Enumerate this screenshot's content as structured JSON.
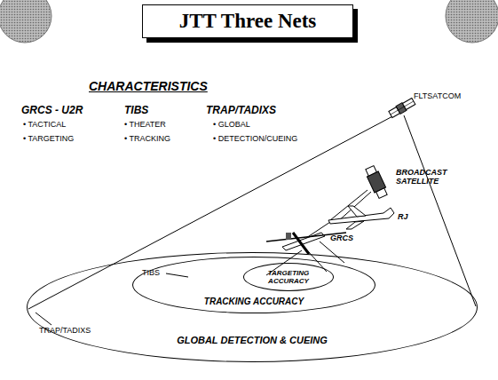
{
  "diagram": {
    "title": "JTT Three Nets",
    "nodes": [
      {
        "text": [
          "GLOBAL DETECTION & CUEING"
        ]
      },
      {
        "text": [
          "TRACKING ACCURACY"
        ],
        "in": 0
      },
      {
        "text": [
          "TARGETING ACCURACY"
        ],
        "in": 1
      }
    ],
    "labels": [
      "CHARACTERISTICS",
      "GRCS - U2R",
      "• TACTICAL",
      "• TARGETING",
      "TIBS",
      "• THEATER",
      "• TRACKING",
      "TRAP/TADIXS",
      "• GLOBAL",
      "• DETECTION/CUEING",
      "FLTSATCOM",
      "BROADCAST SATELLITE",
      "RJ",
      "GRCS",
      "TIBS",
      "TRAP/TADIXS"
    ]
  }
}
